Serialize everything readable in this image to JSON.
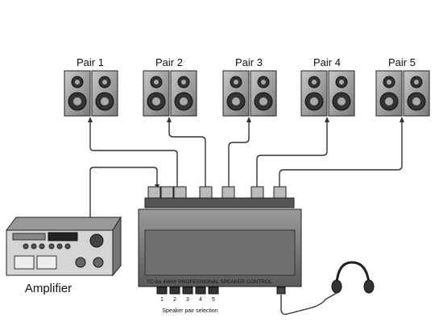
{
  "speaker_pairs": [
    {
      "label": "Pair 1"
    },
    {
      "label": "Pair 2"
    },
    {
      "label": "Pair 3"
    },
    {
      "label": "Pair 4"
    },
    {
      "label": "Pair 5"
    }
  ],
  "amplifier": {
    "label": "Amplifier"
  },
  "controller": {
    "model_text": "TC-6a 4WAY PROFESSIONAL SPEAKER CONTROL",
    "button_numbers": [
      "1",
      "2",
      "3",
      "4",
      "5"
    ],
    "selection_caption": "Speaker pair selection"
  },
  "colors": {
    "line": "#333333",
    "box_dark": "#4a4a4a",
    "box_mid": "#8c8c8c",
    "box_light": "#d8d8d8"
  }
}
